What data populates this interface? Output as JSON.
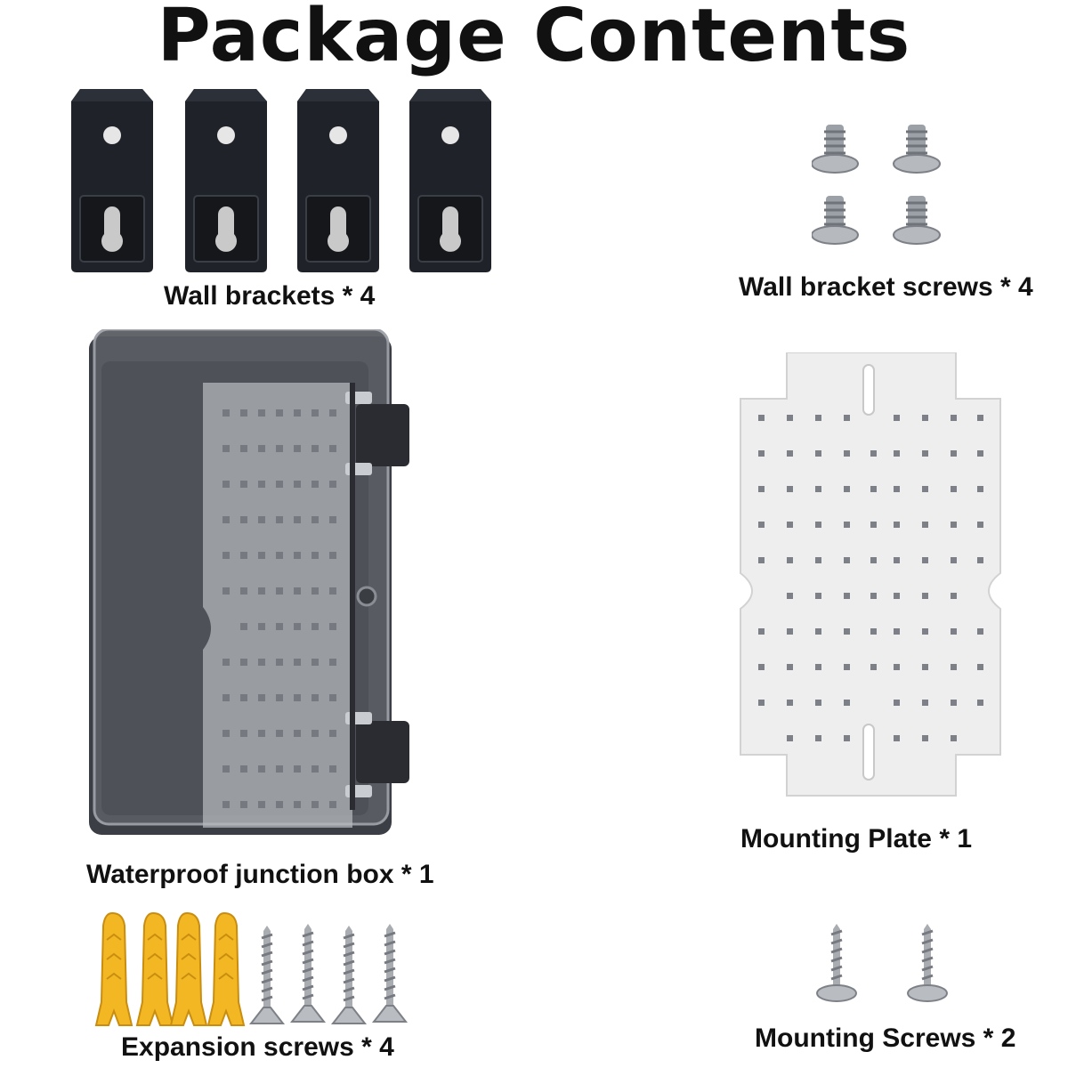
{
  "title": "Package Contents",
  "items": [
    {
      "id": "wall-brackets",
      "label": "Wall brackets * 4",
      "icon": "wall-bracket-icon"
    },
    {
      "id": "wall-bracket-screws",
      "label": "Wall bracket screws * 4",
      "icon": "screw-icon"
    },
    {
      "id": "junction-box",
      "label": "Waterproof junction box * 1",
      "icon": "junction-box-icon"
    },
    {
      "id": "mounting-plate",
      "label": "Mounting Plate * 1",
      "icon": "mounting-plate-icon"
    },
    {
      "id": "expansion-screws",
      "label": "Expansion screws * 4",
      "icon": "expansion-anchor-icon"
    },
    {
      "id": "mounting-screws",
      "label": "Mounting Screws * 2",
      "icon": "wood-screw-icon"
    }
  ],
  "colors": {
    "bracket": "#1f2228",
    "box_body": "#54575d",
    "plate": "#eeeeee",
    "anchor": "#f2b722",
    "metal": "#a9adb2"
  }
}
